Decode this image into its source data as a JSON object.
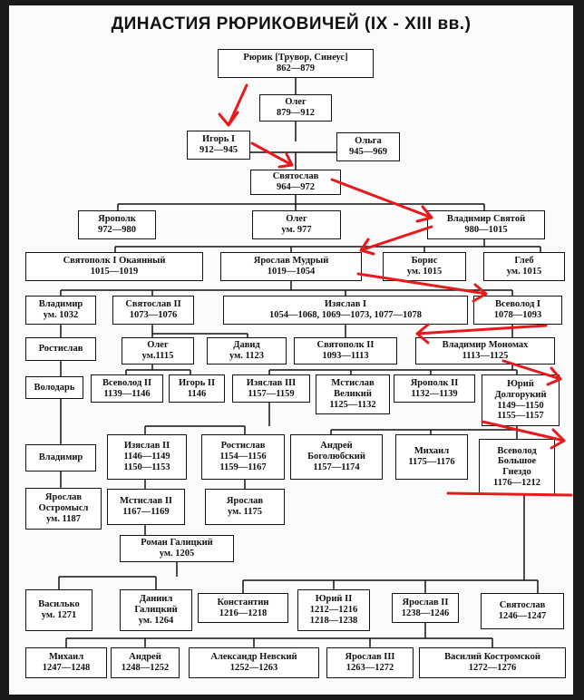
{
  "title": "ДИНАСТИЯ РЮРИКОВИЧЕЙ (IX - XIII вв.)",
  "colors": {
    "arrow": "#e8191c",
    "line": "#111111",
    "box_border": "#111111"
  },
  "nodes": {
    "rurik": "Рюрик [Трувор, Синеус]\n862—879",
    "oleg_v": "Олег\n879—912",
    "igor": "Игорь I\n912—945",
    "olga": "Ольга\n945—969",
    "svyatoslav": "Святослав\n964—972",
    "yaropolk": "Ярополк\n972—980",
    "oleg_d": "Олег\nум. 977",
    "vladimir_sv": "Владимир Святой\n980—1015",
    "svyatopolk1": "Святополк I Окаянный\n1015—1019",
    "yaroslav_m": "Ярослав Мудрый\n1019—1054",
    "boris": "Борис\nум. 1015",
    "gleb": "Глеб\nум. 1015",
    "vladimir_1032": "Владимир\nум. 1032",
    "svyatoslav2": "Святослав II\n1073—1076",
    "izyaslav1": "Изяслав I\n1054—1068, 1069—1073, 1077—1078",
    "vsevolod1": "Всеволод I\n1078—1093",
    "rostislav_l": "Ростислав",
    "oleg_1115": "Олег\nум.1115",
    "david": "Давид\nум. 1123",
    "svyatopolk2": "Святополк II\n1093—1113",
    "monomakh": "Владимир Мономах\n1113—1125",
    "volodar": "Володарь",
    "vsevolod2": "Всеволод II\n1139—1146",
    "igor2": "Игорь II\n1146",
    "izyaslav3": "Изяслав III\n1157—1159",
    "mstislav_v": "Мстислав\nВеликий\n1125—1132",
    "yaropolk2": "Ярополк II\n1132—1139",
    "yuri_d": "Юрий\nДолгорукий\n1149—1150\n1155—1157",
    "vladimir_l": "Владимир",
    "izyaslav2": "Изяслав II\n1146—1149\n1150—1153",
    "rostislav_r": "Ростислав\n1154—1156\n1159—1167",
    "andrey_b": "Андрей\nБоголюбский\n1157—1174",
    "mikhail": "Михаил\n1175—1176",
    "vsevolod_bg": "Всеволод\nБольшое\nГнездо\n1176—1212",
    "yaroslav_o": "Ярослав\nОстромысл\nум. 1187",
    "mstislav2": "Мстислав II\n1167—1169",
    "yaroslav_1175": "Ярослав\nум. 1175",
    "roman": "Роман Галицкий\nум. 1205",
    "vasilko": "Василько\nум. 1271",
    "daniil": "Даниил\nГалицкий\nум. 1264",
    "konstantin": "Константин\n1216—1218",
    "yuri2": "Юрий II\n1212—1216\n1218—1238",
    "yaroslav2": "Ярослав II\n1238—1246",
    "svyatoslav_b": "Святослав\n1246—1247",
    "mikhail_b": "Михаил\n1247—1248",
    "andrey_b2": "Андрей\n1248—1252",
    "nevsky": "Александр Невский\n1252—1263",
    "yaroslav3": "Ярослав III\n1263—1272",
    "kostromskoy": "Василий Костромской\n1272—1276"
  }
}
